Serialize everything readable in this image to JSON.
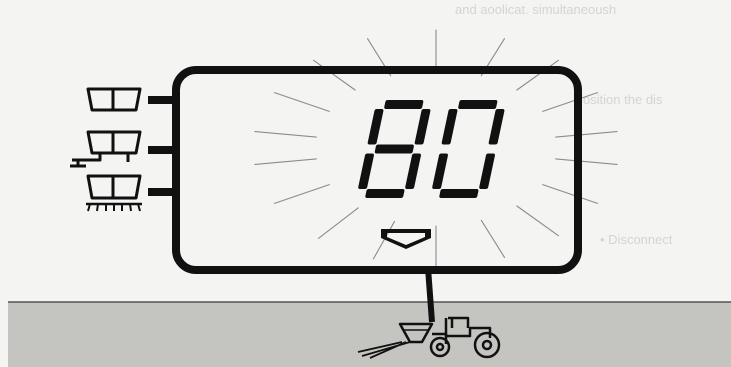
{
  "display": {
    "reading": "80",
    "state": "flashing"
  },
  "background_text": {
    "line1": "and aoolicat. simultaneoush",
    "line2": "Fosition the dis",
    "line3": "• Disconnect"
  },
  "icons": {
    "left_side": [
      "front-hopper-icon",
      "middle-hopper-with-valve-icon",
      "rear-hopper-with-nozzles-icon"
    ],
    "bottom_marker": "chevron-down-icon",
    "ground_vehicle": "tractor-with-sprayer-icon"
  },
  "colors": {
    "ink": "#111111",
    "ray": "#8c8c8c",
    "ground": "#c4c4c0",
    "paper": "#f4f4f2"
  }
}
